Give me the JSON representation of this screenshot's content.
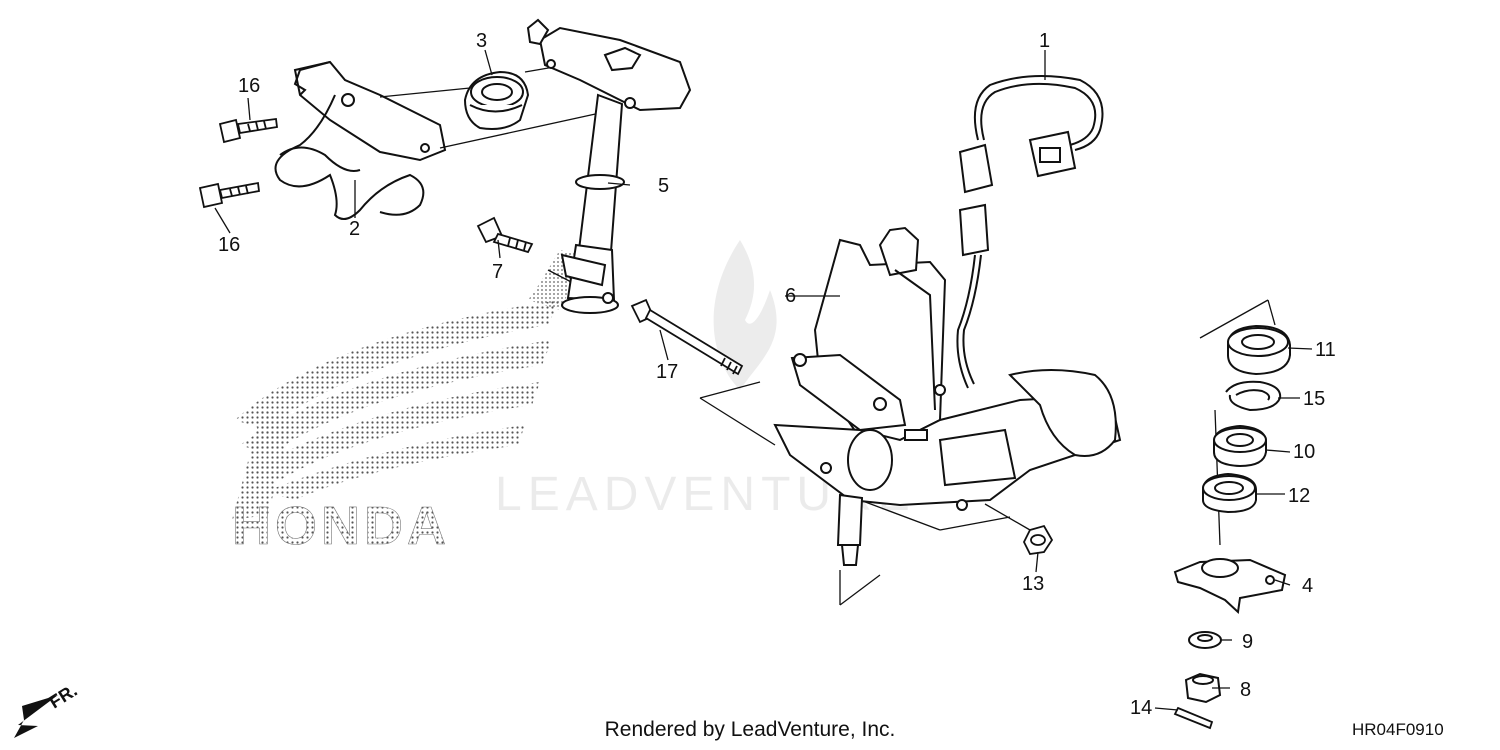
{
  "brand": {
    "logo_text": "HONDA"
  },
  "watermark": {
    "text": "LEADVENTURE"
  },
  "front_indicator": {
    "label": "FR."
  },
  "callouts": [
    {
      "id": "c1",
      "label": "1"
    },
    {
      "id": "c2",
      "label": "2"
    },
    {
      "id": "c3",
      "label": "3"
    },
    {
      "id": "c4",
      "label": "4"
    },
    {
      "id": "c5",
      "label": "5"
    },
    {
      "id": "c6",
      "label": "6"
    },
    {
      "id": "c7",
      "label": "7"
    },
    {
      "id": "c8",
      "label": "8"
    },
    {
      "id": "c9",
      "label": "9"
    },
    {
      "id": "c10",
      "label": "10"
    },
    {
      "id": "c11",
      "label": "11"
    },
    {
      "id": "c12",
      "label": "12"
    },
    {
      "id": "c13",
      "label": "13"
    },
    {
      "id": "c14",
      "label": "14"
    },
    {
      "id": "c15",
      "label": "15"
    },
    {
      "id": "c16a",
      "label": "16"
    },
    {
      "id": "c16b",
      "label": "16"
    },
    {
      "id": "c17",
      "label": "17"
    }
  ],
  "footer": {
    "rendered_by": "Rendered by LeadVenture, Inc.",
    "diagram_code": "HR04F0910"
  }
}
